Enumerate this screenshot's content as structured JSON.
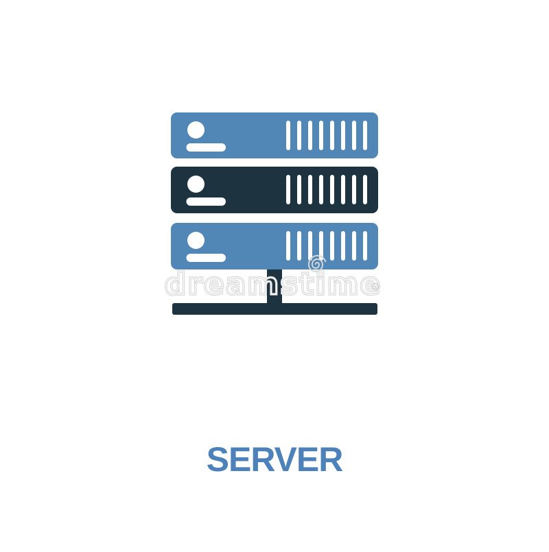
{
  "page": {
    "background": "#ffffff"
  },
  "caption": {
    "text": "SERVER",
    "color": "#4c81ba"
  },
  "watermark": {
    "text": "dreamstime",
    "color": "#d6d6d6",
    "inner_line_color": "#ffffff"
  },
  "icon": {
    "name": "server",
    "detail_color": "#ffffff",
    "stand_color": "#1d3340",
    "slats_per_unit": 8,
    "units": [
      {
        "position": "top",
        "color": "#5187b7"
      },
      {
        "position": "middle",
        "color": "#1d3340"
      },
      {
        "position": "bottom",
        "color": "#5187b7"
      }
    ]
  }
}
